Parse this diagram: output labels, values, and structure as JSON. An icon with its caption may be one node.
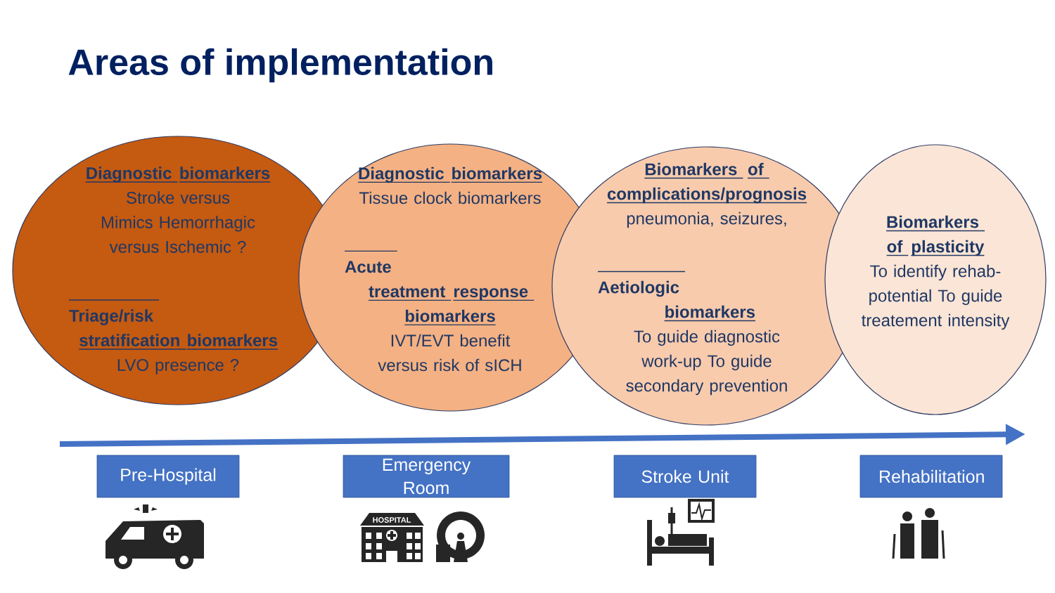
{
  "diagram": {
    "title": "Areas of implementation",
    "nodes": [
      {
        "text": [
          "Diagnostic biomarkers",
          "Stroke versus Mimics Hemorrhagic versus Ischemic ?",
          "Triage/risk stratification biomarkers",
          "LVO presence ?"
        ]
      },
      {
        "text": [
          "Diagnostic biomarkers",
          "Tissue clock biomarkers",
          "Acute treatment response biomarkers",
          "IVT/EVT benefit versus risk of sICH"
        ]
      },
      {
        "text": [
          "Biomarkers of complications/prognosis",
          "pneumonia, seizures,",
          "Aetiologic biomarkers",
          "To guide diagnostic work-up To guide secondary prevention"
        ]
      },
      {
        "text": [
          "Biomarkers of plasticity",
          "To identify rehab-potential To guide treatement intensity"
        ]
      },
      {
        "text": [
          "Pre-Hospital"
        ]
      },
      {
        "text": [
          "Emergency Room"
        ]
      },
      {
        "text": [
          "Stroke Unit"
        ]
      },
      {
        "text": [
          "Rehabilitation"
        ]
      }
    ],
    "edges": [],
    "labels": [
      "HOSPITAL"
    ]
  }
}
